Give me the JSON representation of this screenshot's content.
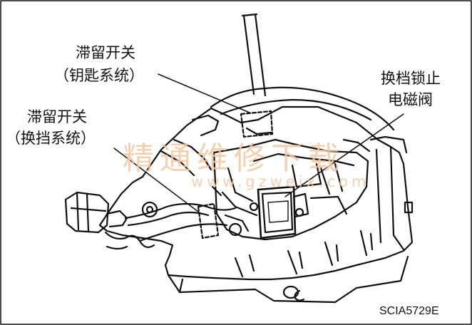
{
  "labels": {
    "park_switch_key_line1": "滞留开关",
    "park_switch_key_line2": "（钥匙系统）",
    "park_switch_shift_line1": "滞留开关",
    "park_switch_shift_line2": "（换挡系统）",
    "shift_lock_solenoid_line1": "换档锁止",
    "shift_lock_solenoid_line2": "电磁阀"
  },
  "watermark": {
    "text_cn": "精通维修下载",
    "url": "www.gzweix.com"
  },
  "figure_code": "SCIA5729E",
  "colors": {
    "ink": "#111111",
    "watermark": "#f2c9a3",
    "background": "#ffffff"
  }
}
